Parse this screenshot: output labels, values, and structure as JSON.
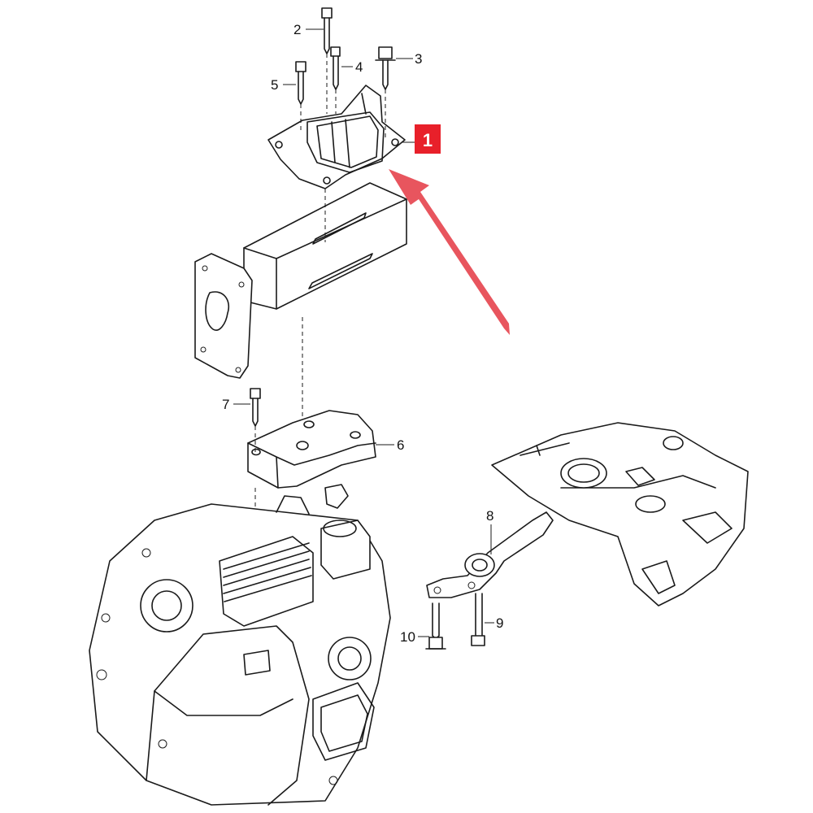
{
  "callouts": {
    "c1": "1",
    "c2": "2",
    "c3": "3",
    "c4": "4",
    "c5": "5",
    "c6": "6",
    "c7": "7",
    "c8": "8",
    "c9": "9",
    "c10": "10"
  },
  "colors": {
    "highlight": "#e8202a",
    "arrow": "#e8555e",
    "line": "#1a1a1a",
    "background": "#ffffff"
  }
}
